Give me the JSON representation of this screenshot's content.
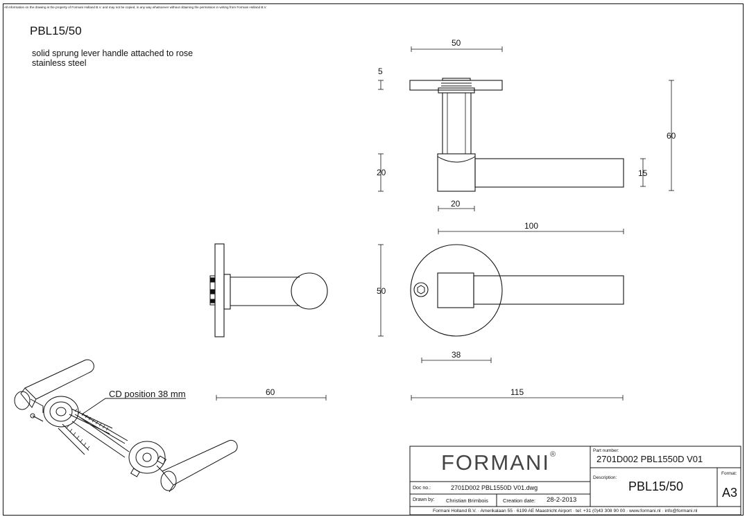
{
  "disclaimer": "All information on the drawing is the property of Formani Holland B.V. and may not be copied, in any way whatsoever without obtaining the permission in writing from Formani Holland B.V.",
  "product": {
    "code": "PBL15/50",
    "description_line1": "solid sprung lever handle attached to rose",
    "description_line2": "stainless steel"
  },
  "dimensions": {
    "rose_width": "50",
    "rose_thickness": "5",
    "total_height": "60",
    "neck_height": "20",
    "lever_thickness": "15",
    "neck_width": "20",
    "lever_length": "100",
    "rose_diameter": "50",
    "screw_offset": "38",
    "side_depth": "60",
    "total_length": "115"
  },
  "callout": {
    "cd_position": "CD position 38 mm"
  },
  "title_block": {
    "brand": "FORMANI",
    "brand_mark": "®",
    "part_number_label": "Part number:",
    "part_number": "2701D002 PBL1550D V01",
    "description_label": "Description:",
    "description": "PBL15/50",
    "format_label": "Format:",
    "format": "A3",
    "doc_no_label": "Doc no.:",
    "doc_no": "2701D002 PBL1550D V01.dwg",
    "drawn_by_label": "Drawn by:",
    "drawn_by": "Christian Brimbois",
    "creation_date_label": "Creation date:",
    "creation_date": "28-2-2013",
    "footer": "Formani Holland B.V. · Amerikalaan 55 · 6199 AE Maastricht Airport · tel: +31 (0)43 308 90 00 · www.formani.nl · info@formani.nl"
  }
}
